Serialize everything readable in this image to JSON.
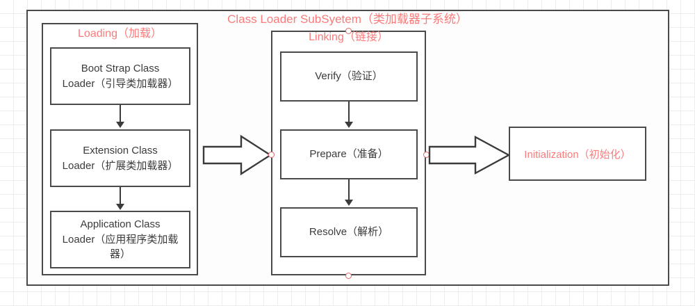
{
  "diagram": {
    "title": "Class Loader SubSyetem（类加载器子系统）",
    "accent_color": "#fa7b7b",
    "line_color": "#4a4a4a",
    "handle_color": "#e06666",
    "background": "#ffffff",
    "grid_color": "#ededed"
  },
  "loading": {
    "title": "Loading（加载）",
    "boxes": [
      {
        "label": "Boot Strap Class\nLoader（引导类加载器）"
      },
      {
        "label": "Extension Class\nLoader（扩展类加载器）"
      },
      {
        "label": "Application Class\nLoader（应用程序类加载\n器）"
      }
    ]
  },
  "linking": {
    "title": "Linking（链接）",
    "boxes": [
      {
        "label": "Verify（验证）"
      },
      {
        "label": "Prepare（准备）"
      },
      {
        "label": "Resolve（解析）"
      }
    ]
  },
  "initialization": {
    "label": "Initialization（初始化）"
  }
}
